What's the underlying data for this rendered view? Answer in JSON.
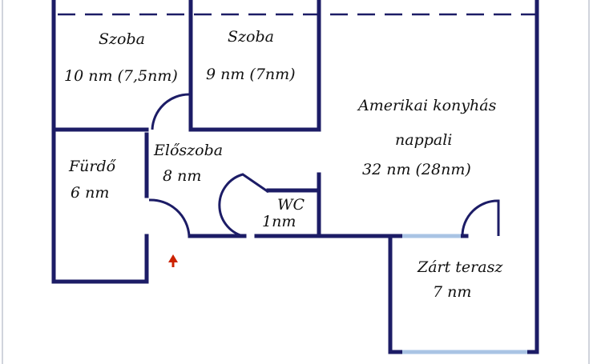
{
  "colors": {
    "wall": "#1c1c66",
    "window": "#a9c4e4",
    "dash": "#1c1c66",
    "arrow": "#cc2200",
    "frame": "#d0d4dc"
  },
  "rooms": {
    "szoba1": {
      "name": "Szoba",
      "area": "10 nm (7,5nm)"
    },
    "szoba2": {
      "name": "Szoba",
      "area": "9 nm (7nm)"
    },
    "nappali": {
      "line1": "Amerikai konyhás",
      "line2": "nappali",
      "area": "32 nm (28nm)"
    },
    "furdo": {
      "name": "Fürdő",
      "area": "6 nm"
    },
    "eloszoba": {
      "name": "Előszoba",
      "area": "8 nm"
    },
    "wc": {
      "name": "WC",
      "area": "1nm"
    },
    "terasz": {
      "name": "Zárt terasz",
      "area": "7 nm"
    }
  },
  "icons": {
    "entrance": "entrance-arrow-icon"
  }
}
